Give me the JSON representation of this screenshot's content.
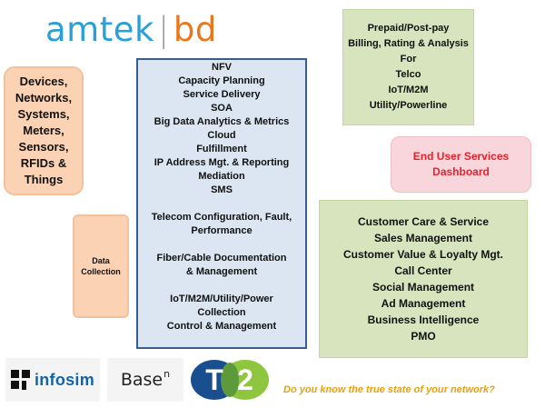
{
  "logo": {
    "left": "amtek",
    "right": "bd"
  },
  "devices": {
    "lines": [
      "Devices,",
      "Networks,",
      "Systems,",
      "Meters,",
      "Sensors,",
      "RFIDs &",
      "Things"
    ]
  },
  "data_collection": {
    "lines": [
      "Data",
      "Collection"
    ]
  },
  "center": {
    "group1": [
      "NFV",
      "Capacity Planning",
      "Service Delivery",
      "SOA",
      "Big Data Analytics  & Metrics",
      "Cloud",
      "Fulfillment",
      "IP Address Mgt. & Reporting",
      "Mediation",
      "SMS"
    ],
    "group2": [
      "Telecom Configuration,  Fault,",
      "Performance"
    ],
    "group3": [
      "Fiber/Cable Documentation",
      "& Management"
    ],
    "group4": [
      "IoT/M2M/Utility/Power",
      "Collection",
      "Control & Management"
    ]
  },
  "prepaid": {
    "lines": [
      "Prepaid/Post-pay",
      "Billing, Rating & Analysis",
      "For",
      "Telco",
      "IoT/M2M",
      "Utility/Powerline"
    ]
  },
  "end_user": {
    "lines": [
      "End User Services",
      "Dashboard"
    ]
  },
  "care": {
    "lines": [
      "Customer Care & Service",
      "Sales Management",
      "Customer Value & Loyalty Mgt.",
      "Call Center",
      "Social Management",
      "Ad Management",
      "Business Intelligence",
      "PMO"
    ]
  },
  "partners": {
    "infosim": "infosim",
    "basen_base": "Base",
    "basen_sup": "n",
    "t2": "T2"
  },
  "tagline": "Do you know the true state of your network?",
  "colors": {
    "amtek_blue": "#2a9fd8",
    "amtek_orange": "#e8771e",
    "peach": "#fbd3b4",
    "blue_box": "#dce6f2",
    "green_box": "#d7e4bd",
    "pink_box": "#f8d6dc",
    "red_text": "#e8202a",
    "tagline": "#e8a010"
  }
}
